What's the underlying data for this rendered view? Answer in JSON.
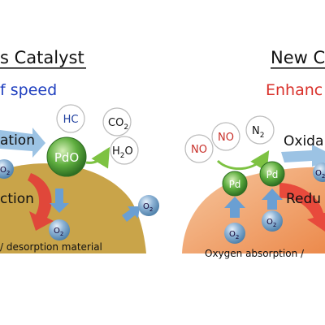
{
  "left_panel": {
    "title": "s Catalyst",
    "subtitle": "f speed",
    "oxidation_label": "ation",
    "reduction_label": "ction",
    "caption": "/ desorption material",
    "hc": "HC",
    "pdo": "PdO",
    "co2": "CO",
    "co2_sub": "2",
    "h2o_h": "H",
    "h2o_sub": "2",
    "h2o_o": "O",
    "o2": "O",
    "o2_sub": "2",
    "colors": {
      "ground": "#c9a449",
      "subtitle": "#1f3fbf",
      "pdo_fill": "#3f8f2f"
    }
  },
  "right_panel": {
    "title": "New C",
    "subtitle": "Enhanc",
    "oxidation_label": "Oxida",
    "reduction_label": "Redu",
    "caption": "Oxygen absorption /",
    "no": "NO",
    "n2": "N",
    "n2_sub": "2",
    "pd": "Pd",
    "o2": "O",
    "o2_sub": "2",
    "colors": {
      "ground": "#f0a36b",
      "subtitle": "#d9302a",
      "pd_fill": "#3f8f2f"
    }
  }
}
